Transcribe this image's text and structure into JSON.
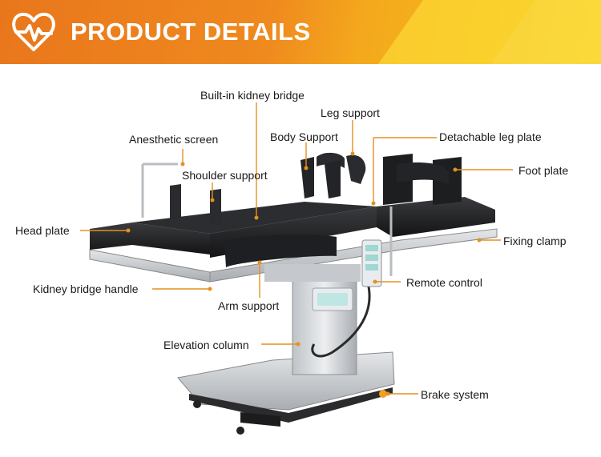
{
  "banner": {
    "title": "PRODUCT DETAILS",
    "icon": "heart-pulse-icon",
    "colors": {
      "start": "#e9761c",
      "end": "#f5c419"
    }
  },
  "labels": {
    "built_in_kidney_bridge": "Built-in kidney bridge",
    "leg_support": "Leg support",
    "anesthetic_screen": "Anesthetic screen",
    "body_support": "Body Support",
    "detachable_leg_plate": "Detachable leg plate",
    "shoulder_support": "Shoulder support",
    "foot_plate": "Foot plate",
    "head_plate": "Head plate",
    "fixing_clamp": "Fixing clamp",
    "remote_control": "Remote control",
    "kidney_bridge_handle": "Kidney bridge handle",
    "arm_support": "Arm support",
    "elevation_column": "Elevation column",
    "brake_system": "Brake system"
  },
  "leader_color": "#e6901e"
}
